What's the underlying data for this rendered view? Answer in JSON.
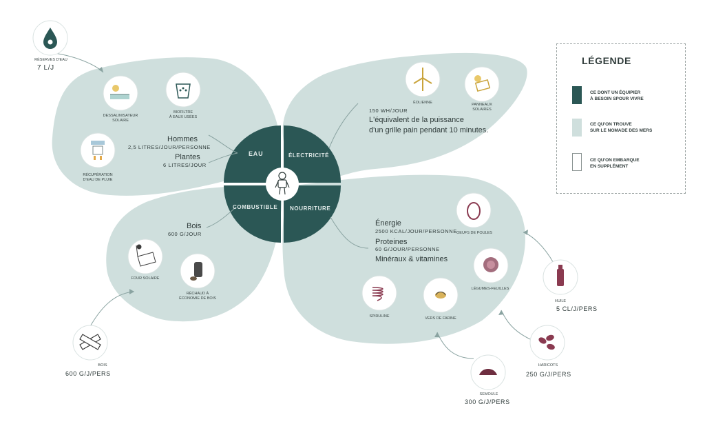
{
  "legend": {
    "title": "LÉGENDE",
    "items": [
      {
        "text_line1": "CE DONT UN ÉQUIPIER",
        "text_line2": "À BESOIN SPOUR VIVRE",
        "color": "#2b5755"
      },
      {
        "text_line1": "CE QU'ON TROUVE",
        "text_line2": "SUR LE NOMADE DES MERS",
        "color": "#cfdfdd"
      },
      {
        "text_line1": "CE QU'ON EMBARQUE",
        "text_line2": "EN SUPPLÉMENT",
        "color": "#ffffff"
      }
    ]
  },
  "colors": {
    "dark": "#2b5755",
    "light": "#cfdfdd",
    "accent": "#8a3a50",
    "text": "#2f3b3a"
  },
  "center": {
    "quadrants": {
      "eau": "EAU",
      "electricite": "ÉLECTRICITÉ",
      "combustible": "COMBUSTIBLE",
      "nourriture": "NOURRITURE"
    },
    "icon": "astronaut-icon"
  },
  "eau": {
    "reserve_label": "RÉSERVES D'EAU",
    "reserve_qty": "7 L/J",
    "items": [
      {
        "label1": "DESSALINISATEUR",
        "label2": "SOLAIRE",
        "icon": "solar-desalinator-icon"
      },
      {
        "label1": "BIOFILTRE",
        "label2": "À EAUX USÉES",
        "icon": "biofilter-icon"
      },
      {
        "label1": "RÉCUPÉRATION",
        "label2": "D'EAU DE PLUIE",
        "icon": "rain-collector-icon"
      }
    ],
    "hommes_title": "Hommes",
    "hommes_qty": "2,5 LITRES/JOUR/PERSONNE",
    "plantes_title": "Plantes",
    "plantes_qty": "6 LITRES/JOUR"
  },
  "electricite": {
    "items": [
      {
        "label1": "ÉOLIENNE",
        "label2": "",
        "icon": "wind-turbine-icon"
      },
      {
        "label1": "PANNEAUX",
        "label2": "SOLAIRES",
        "icon": "solar-panel-icon"
      }
    ],
    "qty": "150 WH/JOUR",
    "line1": "L'équivalent de la puissance",
    "line2": "d'un grille pain pendant 10 minutes."
  },
  "combustible": {
    "title": "Bois",
    "qty": "600 G/JOUR",
    "items": [
      {
        "label1": "FOUR SOLAIRE",
        "label2": "",
        "icon": "solar-oven-icon"
      },
      {
        "label1": "RÉCHAUD À",
        "label2": "ÉCONOMIE DE BOIS",
        "icon": "wood-stove-icon"
      }
    ],
    "extra_label": "BOIS",
    "extra_qty": "600 G/J/PERS"
  },
  "nourriture": {
    "energie_title": "Énergie",
    "energie_qty": "2500 KCAL/JOUR/PERSONNE",
    "proteines_title": "Proteines",
    "proteines_qty": "60 G/JOUR/PERSONNE",
    "mineraux_title": "Minéraux & vitamines",
    "items": [
      {
        "label1": "OEUFS DE POULES",
        "label2": "",
        "icon": "egg-icon"
      },
      {
        "label1": "LÉGUMES-FEUILLES",
        "label2": "",
        "icon": "leafy-vegetable-icon"
      },
      {
        "label1": "SPIRULINE",
        "label2": "",
        "icon": "spirulina-icon"
      },
      {
        "label1": "VERS DE FARINE",
        "label2": "",
        "icon": "mealworm-icon"
      }
    ],
    "extras": [
      {
        "label": "HUILE",
        "qty": "5 CL/J/PERS",
        "icon": "oil-bottle-icon"
      },
      {
        "label": "HARICOTS",
        "qty": "250 G/J/PERS",
        "icon": "beans-icon"
      },
      {
        "label": "SEMOULE",
        "qty": "300 G/J/PERS",
        "icon": "semolina-icon"
      }
    ]
  }
}
